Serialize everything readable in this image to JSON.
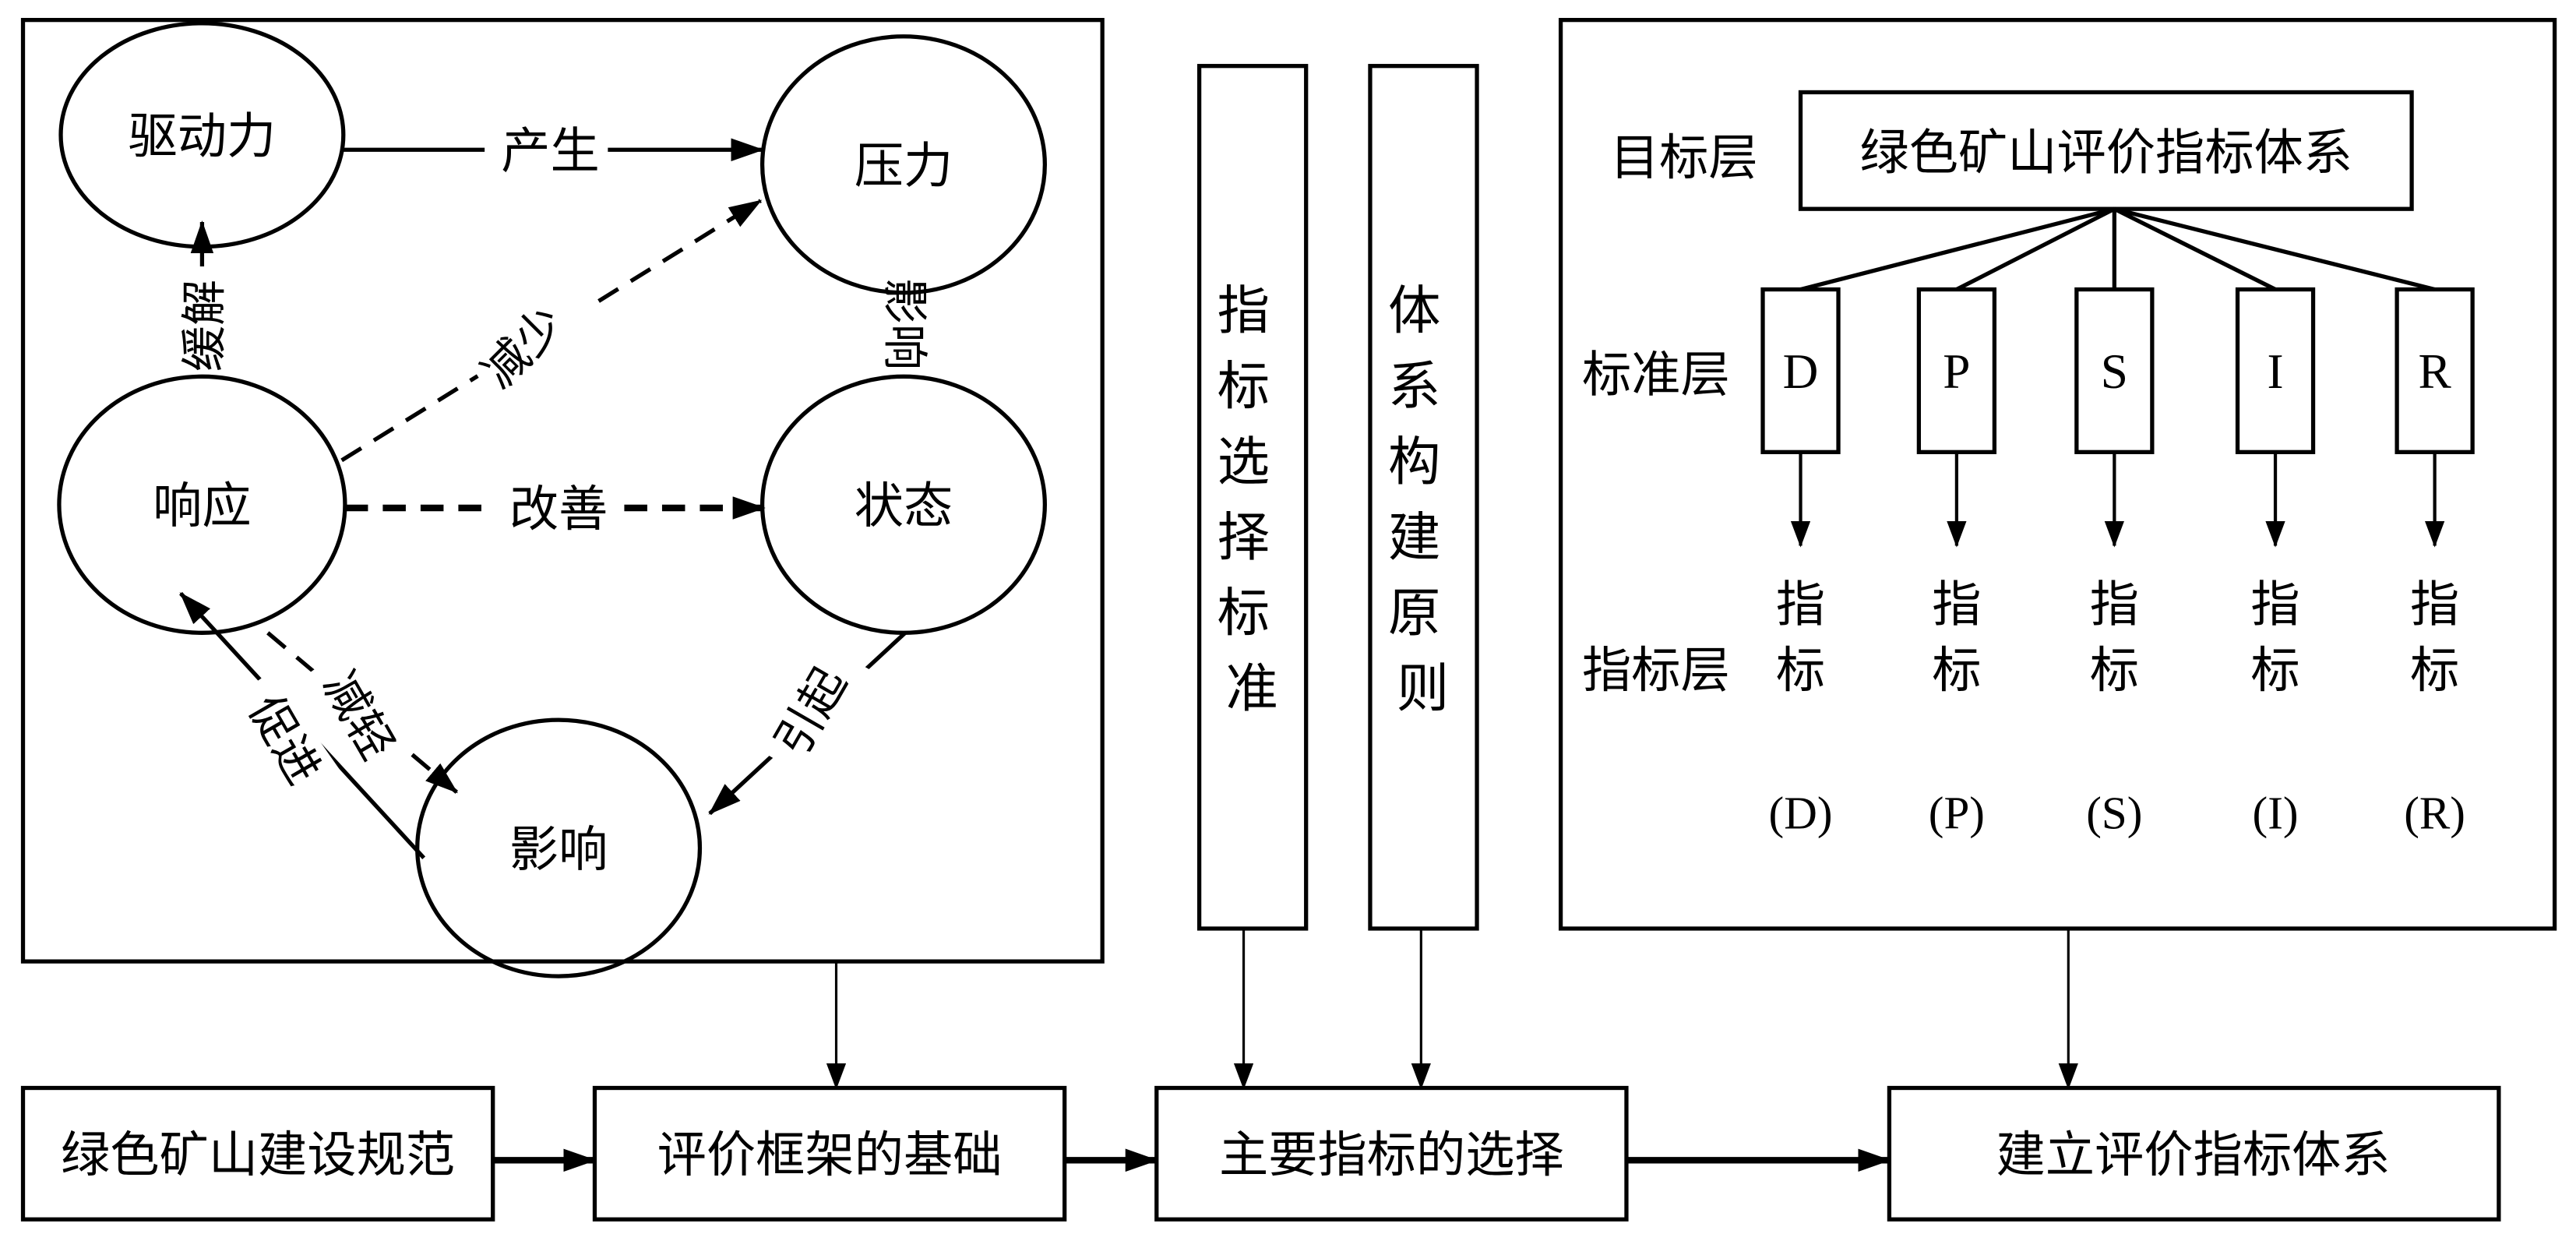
{
  "dpsir_model": {
    "nodes": {
      "driving_force": "驱动力",
      "pressure": "压力",
      "response": "响应",
      "state": "状态",
      "impact": "影响"
    },
    "edges": {
      "produce": "产生",
      "relieve": "缓解",
      "reduce": "减少",
      "improve": "改善",
      "influence": "影响",
      "mitigate": "减轻",
      "promote": "促进",
      "cause": "引起"
    }
  },
  "columns": {
    "selection_criteria": [
      "指",
      "标",
      "选",
      "择",
      "标",
      "准"
    ],
    "construction_principles": [
      "体",
      "系",
      "构",
      "建",
      "原",
      "则"
    ]
  },
  "hierarchy": {
    "target_layer_label": "目标层",
    "target_title": "绿色矿山评价指标体系",
    "criteria_layer_label": "标准层",
    "criteria": [
      "D",
      "P",
      "S",
      "I",
      "R"
    ],
    "indicator_layer_label": "指标层",
    "indicator_chars": [
      "指",
      "标"
    ],
    "indicator_codes": [
      "(D)",
      "(P)",
      "(S)",
      "(I)",
      "(R)"
    ]
  },
  "flow": {
    "step1": "绿色矿山建设规范",
    "step2": "评价框架的基础",
    "step3": "主要指标的选择",
    "step4": "建立评价指标体系"
  }
}
